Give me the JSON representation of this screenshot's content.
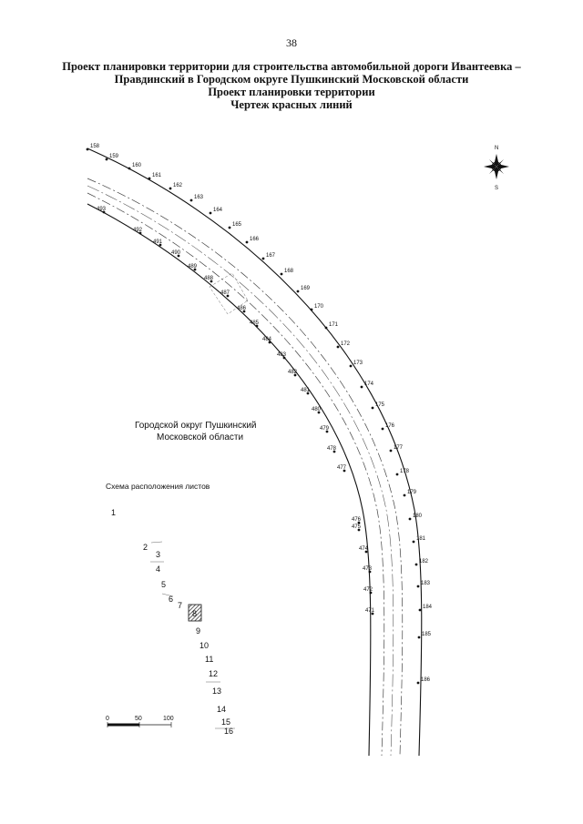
{
  "page_number": "38",
  "title_lines": [
    "Проект планировки территории для строительства автомобильной дороги Ивантеевка –",
    "Правдинский в Городском округе Пушкинский Московской области",
    "Проект планировки территории",
    "Чертеж красных линий"
  ],
  "region_label_lines": [
    "Городской округ Пушкинский",
    "Московской области"
  ],
  "schema_title": "Схема расположения листов",
  "sheet_numbers": [
    "1",
    "2",
    "3",
    "4",
    "5",
    "6",
    "7",
    "8",
    "9",
    "10",
    "11",
    "12",
    "13",
    "14",
    "15",
    "16"
  ],
  "scale_labels": [
    "0",
    "50",
    "100"
  ],
  "compass": {
    "north": "N",
    "south": "S"
  },
  "outer_points": [
    "158",
    "159",
    "160",
    "161",
    "162",
    "163",
    "164",
    "165",
    "166",
    "167",
    "168",
    "169",
    "170",
    "171",
    "172",
    "173",
    "174",
    "175",
    "176",
    "177",
    "178",
    "179",
    "180",
    "181",
    "182",
    "183",
    "184",
    "185",
    "186"
  ],
  "inner_points": [
    "493",
    "492",
    "491",
    "490",
    "489",
    "488",
    "487",
    "486",
    "485",
    "484",
    "483",
    "482",
    "481",
    "480",
    "479",
    "478",
    "477",
    "476",
    "475",
    "474",
    "473",
    "472",
    "471"
  ]
}
